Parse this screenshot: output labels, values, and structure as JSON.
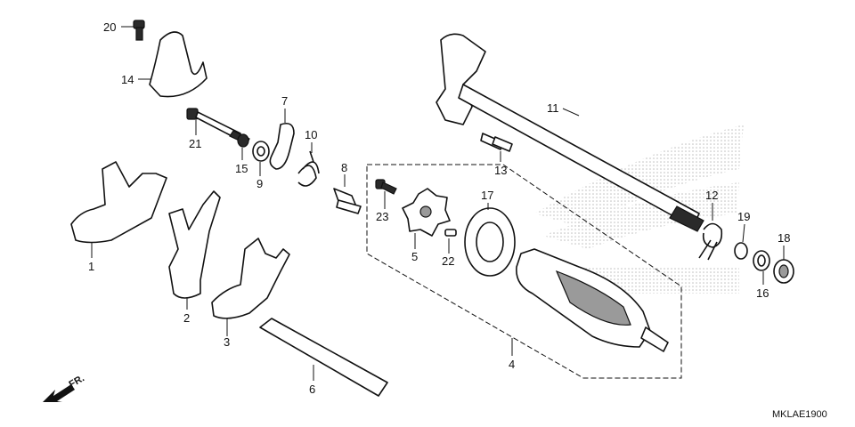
{
  "diagram": {
    "diagram_code": "MKLAE1900",
    "direction_label": "FR.",
    "callouts": {
      "c1": "1",
      "c2": "2",
      "c3": "3",
      "c4": "4",
      "c5": "5",
      "c6": "6",
      "c7": "7",
      "c8": "8",
      "c9": "9",
      "c10": "10",
      "c11": "11",
      "c12": "12",
      "c13": "13",
      "c14": "14",
      "c15": "15",
      "c16": "16",
      "c17": "17",
      "c18": "18",
      "c19": "19",
      "c20": "20",
      "c21": "21",
      "c22": "22",
      "c23": "23"
    },
    "icons": [
      "direction-arrow-icon",
      "watermark-wing-logo"
    ],
    "colors": {
      "line": "#111111",
      "watermark": "#b8b8b8",
      "background": "#ffffff"
    }
  }
}
